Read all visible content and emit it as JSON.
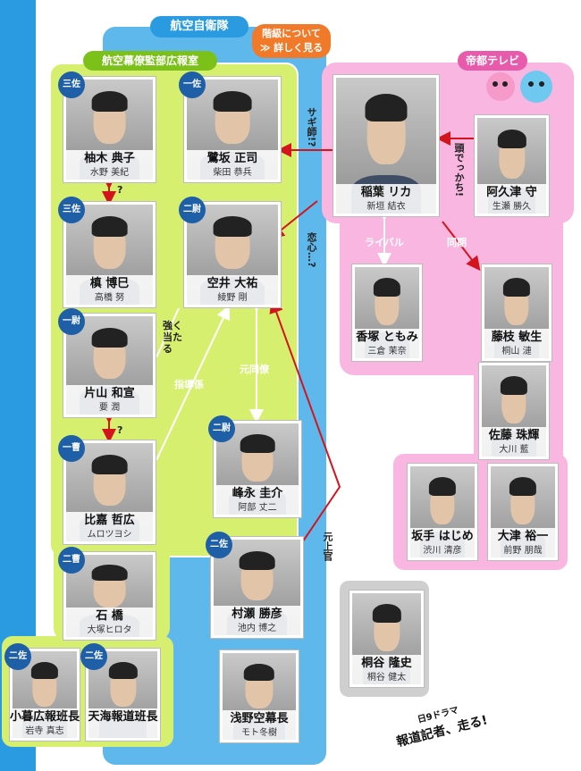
{
  "groups": {
    "jasdf": "航空自衛隊",
    "pr_office": "航空幕僚監部広報室",
    "teito_tv": "帝都テレビ"
  },
  "rank_button": {
    "line1": "階級について",
    "line2": "≫ 詳しく見る"
  },
  "characters": [
    {
      "id": "yuzuki",
      "rank": "三佐",
      "name": "柚木 典子",
      "actor": "水野 美紀"
    },
    {
      "id": "sagisaka",
      "rank": "一佐",
      "name": "鷺坂 正司",
      "actor": "柴田 恭兵"
    },
    {
      "id": "maki",
      "rank": "三佐",
      "name": "槙 博巳",
      "actor": "高橋 努"
    },
    {
      "id": "sorai",
      "rank": "二尉",
      "name": "空井 大祐",
      "actor": "綾野 剛"
    },
    {
      "id": "katayama",
      "rank": "一尉",
      "name": "片山 和宣",
      "actor": "要 潤"
    },
    {
      "id": "higa",
      "rank": "一曹",
      "name": "比嘉 哲広",
      "actor": "ムロツヨシ"
    },
    {
      "id": "ishibashi",
      "rank": "二曹",
      "name": "石 橋",
      "actor": "大塚ヒロタ"
    },
    {
      "id": "kogure",
      "rank": "二佐",
      "name": "小暮広報班長",
      "actor": "岩寺 真志"
    },
    {
      "id": "amami",
      "rank": "二佐",
      "name": "天海報道班長",
      "actor": ""
    },
    {
      "id": "minenaga",
      "rank": "二尉",
      "name": "峰永 圭介",
      "actor": "阿部 丈二"
    },
    {
      "id": "murase",
      "rank": "二佐",
      "name": "村瀬 勝彦",
      "actor": "池内 博之"
    },
    {
      "id": "asano",
      "rank": "",
      "name": "浅野空幕長",
      "actor": "モト冬樹"
    },
    {
      "id": "inaba",
      "rank": "",
      "name": "稲葉 リカ",
      "actor": "新垣 結衣"
    },
    {
      "id": "akutsu",
      "rank": "",
      "name": "阿久津 守",
      "actor": "生瀬 勝久"
    },
    {
      "id": "kazuka",
      "rank": "",
      "name": "香塚 ともみ",
      "actor": "三倉 茉奈"
    },
    {
      "id": "fujieda",
      "rank": "",
      "name": "藤枝 敏生",
      "actor": "桐山 漣"
    },
    {
      "id": "sato",
      "rank": "",
      "name": "佐藤 珠輝",
      "actor": "大川 藍"
    },
    {
      "id": "sakate",
      "rank": "",
      "name": "坂手 はじめ",
      "actor": "渋川 清彦"
    },
    {
      "id": "otsu",
      "rank": "",
      "name": "大津 裕一",
      "actor": "前野 朋哉"
    },
    {
      "id": "kiritani",
      "rank": "",
      "name": "桐谷 隆史",
      "actor": "桐谷 健太"
    }
  ],
  "relations": {
    "sagishi": "サギ師!?",
    "koi": "恋心…?",
    "atama": "頭でっかち!",
    "rival": "ライバル",
    "douki": "同期",
    "q1": "?",
    "q2": "?",
    "tsuyoku": "強く当たる",
    "shidou": "指導係",
    "moto_douryou": "元同僚",
    "moto_joukan": "元上官"
  },
  "logo": {
    "line1": "日9ドラマ",
    "line2": "報道記者、走る!"
  },
  "colors": {
    "sky": "#5fb8ec",
    "green": "#d6ef6e",
    "pink": "#f8b6e0",
    "arrow": "#d4141c"
  }
}
